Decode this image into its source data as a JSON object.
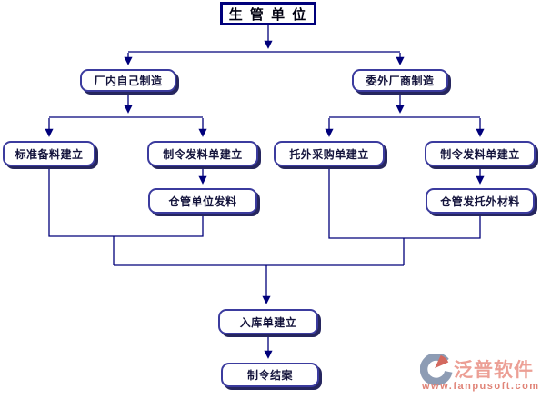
{
  "diagram": {
    "nodes": {
      "root": "生 管 单 位",
      "inhouse": "厂内自己制造",
      "outsource": "委外厂商制造",
      "std_material": "标准备料建立",
      "workorder_issue_left": "制令发料单建立",
      "outsource_po": "托外采购单建立",
      "workorder_issue_right": "制令发料单建立",
      "warehouse_issue": "仓管单位发料",
      "warehouse_issue_outsourced": "仓管发托外材料",
      "receipt": "入库单建立",
      "workorder_close": "制令结案"
    },
    "edges": [
      {
        "from": "root",
        "to": "inhouse"
      },
      {
        "from": "root",
        "to": "outsource"
      },
      {
        "from": "inhouse",
        "to": "std_material"
      },
      {
        "from": "inhouse",
        "to": "workorder_issue_left"
      },
      {
        "from": "outsource",
        "to": "outsource_po"
      },
      {
        "from": "outsource",
        "to": "workorder_issue_right"
      },
      {
        "from": "workorder_issue_left",
        "to": "warehouse_issue"
      },
      {
        "from": "workorder_issue_right",
        "to": "warehouse_issue_outsourced"
      },
      {
        "from": "std_material",
        "to": "receipt"
      },
      {
        "from": "warehouse_issue",
        "to": "receipt"
      },
      {
        "from": "outsource_po",
        "to": "receipt"
      },
      {
        "from": "warehouse_issue_outsourced",
        "to": "receipt"
      },
      {
        "from": "receipt",
        "to": "workorder_close"
      }
    ]
  },
  "logo": {
    "brand": "泛普软件",
    "url": "www.fanpusoft.com"
  },
  "colors": {
    "line": "#00007b",
    "box_border": "#3b3b9e",
    "box_shadow": "#26265e",
    "root_border": "#00007b",
    "node_text": "#14143c",
    "brand_text": "#ec9f95",
    "brand_url": "#e08377",
    "logo_swoosh": "#8d9cb4",
    "logo_wedge": "#d3695f"
  }
}
